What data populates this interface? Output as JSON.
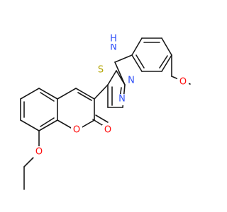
{
  "molecule": {
    "atoms": [
      {
        "id": "n_amine",
        "label": "N"
      },
      {
        "id": "h_amine",
        "label": "H"
      },
      {
        "id": "s_ring",
        "label": "S"
      },
      {
        "id": "n_ring_upper",
        "label": "N"
      },
      {
        "id": "n_ring_lower",
        "label": "N"
      },
      {
        "id": "o_methoxy",
        "label": "O"
      },
      {
        "id": "o_lactone",
        "label": "O"
      },
      {
        "id": "o_carbonyl",
        "label": "O"
      },
      {
        "id": "o_ethoxy",
        "label": "O"
      }
    ],
    "colors": {
      "bond": "#1a1a1a",
      "nitrogen": "#3050f8",
      "oxygen": "#ff0d0d",
      "sulfur": "#b2a400",
      "hydrogen": "#3050f8"
    }
  }
}
